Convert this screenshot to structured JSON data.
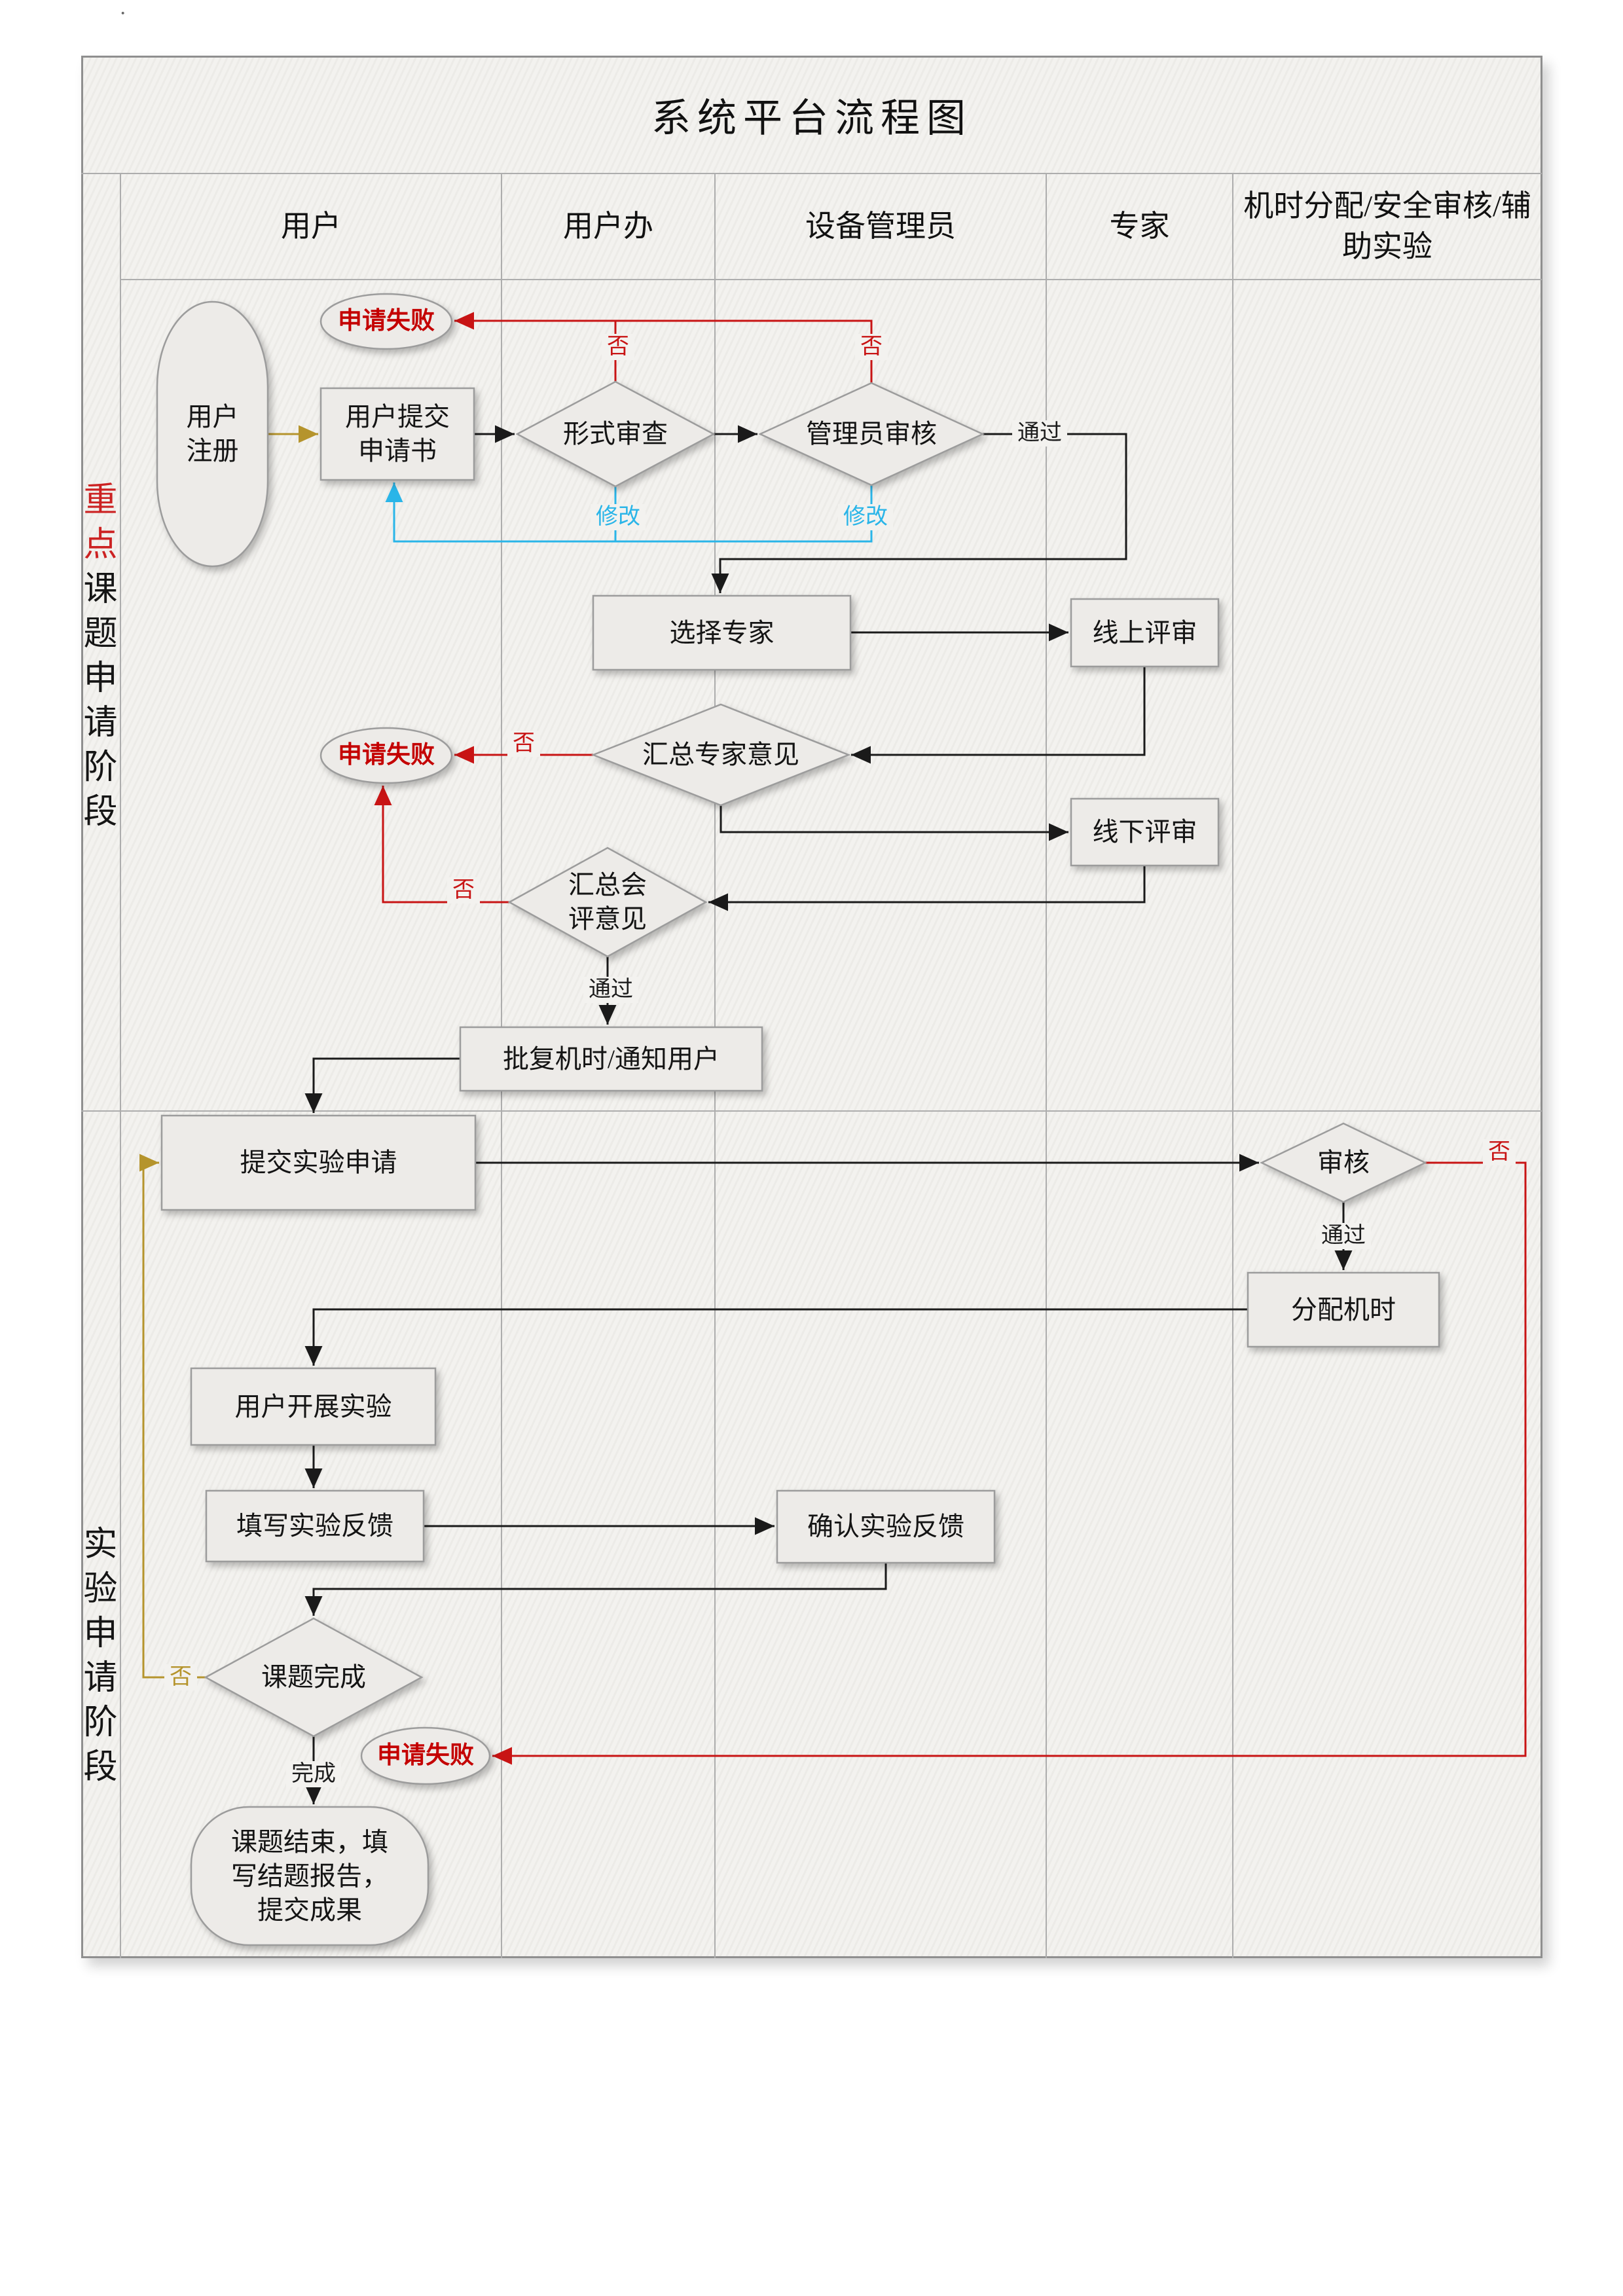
{
  "title": "系统平台流程图",
  "stray_mark": "·",
  "lanes": [
    {
      "label": "用户"
    },
    {
      "label": "用户办"
    },
    {
      "label": "设备管理员"
    },
    {
      "label": "专家"
    },
    {
      "label": "机时分配/安全审核/辅助实验"
    }
  ],
  "phases": [
    {
      "highlight": "重点",
      "label": "课题申请阶段"
    },
    {
      "highlight": "",
      "label": "实验申请阶段"
    }
  ],
  "nodes": {
    "register": "用户注册",
    "submit_application": "用户提交申请书",
    "fail_top": "申请失败",
    "format_review": "形式审查",
    "admin_review": "管理员审核",
    "select_expert": "选择专家",
    "online_review": "线上评审",
    "summarize_expert": "汇总专家意见",
    "fail_mid": "申请失败",
    "offline_review": "线下评审",
    "summarize_meeting": "汇总会评意见",
    "approve_time": "批复机时/通知用户",
    "submit_experiment": "提交实验申请",
    "review": "审核",
    "allocate_time": "分配机时",
    "conduct_experiment": "用户开展实验",
    "fill_feedback": "填写实验反馈",
    "confirm_feedback": "确认实验反馈",
    "topic_complete": "课题完成",
    "fail_bottom": "申请失败",
    "finish": "课题结束，填写结题报告，提交成果"
  },
  "edge_labels": {
    "no": "否",
    "pass": "通过",
    "modify": "修改",
    "done": "完成"
  },
  "colors": {
    "fail_line": "#c81414",
    "modify_line": "#2ab5e8",
    "loop_line": "#b5942c",
    "normal_line": "#1a1a1a",
    "node_fill": "#edebe8",
    "chart_bg": "#f3f2ef",
    "highlight_text": "#cc2222"
  }
}
